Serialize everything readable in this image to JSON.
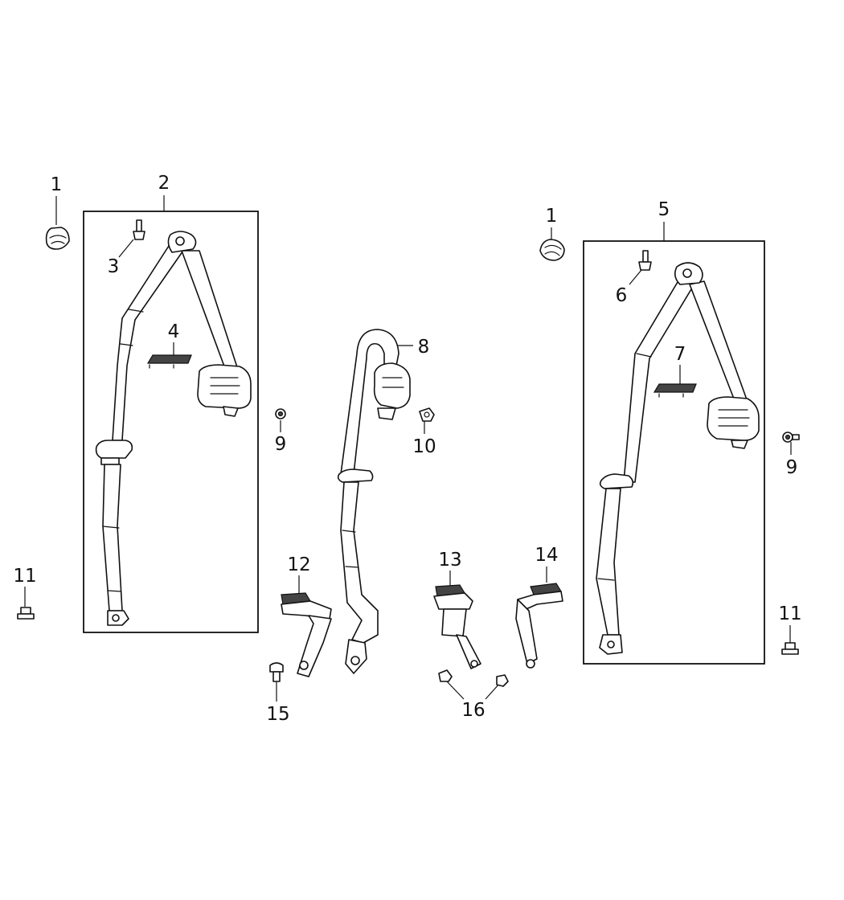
{
  "callouts": [
    {
      "id": "c1a",
      "text": "1"
    },
    {
      "id": "c2",
      "text": "2"
    },
    {
      "id": "c3",
      "text": "3"
    },
    {
      "id": "c4",
      "text": "4"
    },
    {
      "id": "c1b",
      "text": "1"
    },
    {
      "id": "c5",
      "text": "5"
    },
    {
      "id": "c6",
      "text": "6"
    },
    {
      "id": "c7",
      "text": "7"
    },
    {
      "id": "c8",
      "text": "8"
    },
    {
      "id": "c9a",
      "text": "9"
    },
    {
      "id": "c10",
      "text": "10"
    },
    {
      "id": "c9b",
      "text": "9"
    },
    {
      "id": "c11a",
      "text": "11"
    },
    {
      "id": "c12",
      "text": "12"
    },
    {
      "id": "c13",
      "text": "13"
    },
    {
      "id": "c14",
      "text": "14"
    },
    {
      "id": "c11b",
      "text": "11"
    },
    {
      "id": "c15",
      "text": "15"
    },
    {
      "id": "c16",
      "text": "16"
    }
  ]
}
